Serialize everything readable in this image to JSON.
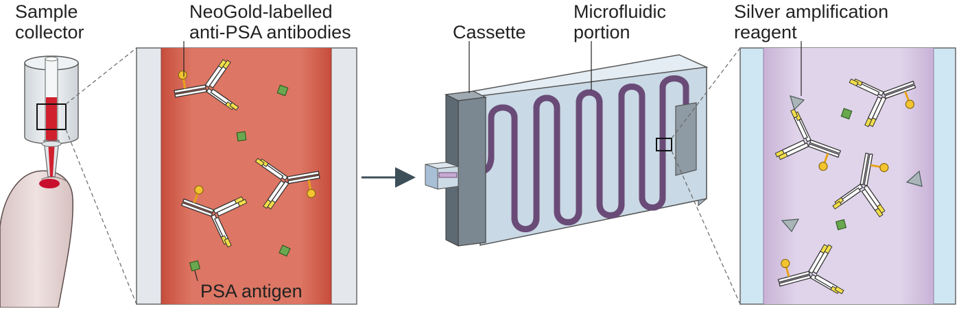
{
  "labels": {
    "sample_collector": [
      "Sample",
      "collector"
    ],
    "antibodies": [
      "NeoGold-labelled",
      "anti-PSA antibodies"
    ],
    "cassette": "Cassette",
    "microfluidic": [
      "Microfluidic",
      "portion"
    ],
    "silver_reagent": [
      "Silver amplification",
      "reagent"
    ],
    "psa_antigen": "PSA antigen"
  },
  "colors": {
    "blood_panel": "#dc7463",
    "blood_panel_edge": "#c8503f",
    "side_wall": "#e4e8ec",
    "reagent_panel": "#ddd0e6",
    "reagent_wall": "#cfe6f3",
    "cassette_face": "#cddbe6",
    "cassette_dark": "#7d8b96",
    "channel": "#b89bc3",
    "antigen": "#6aa84f",
    "gold": "#f4c430",
    "silver": "#a9b5b7",
    "finger": "#e9dad9",
    "arrow": "#3d4f59"
  }
}
